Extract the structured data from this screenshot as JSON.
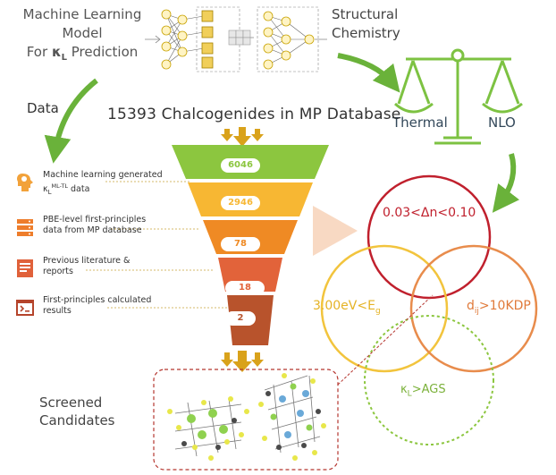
{
  "ml_model": {
    "line1": "Machine Learning",
    "line2": "Model",
    "line3_prefix": "For ",
    "kappa": "κ",
    "kappa_sub": "L",
    "line3_suffix": " Prediction"
  },
  "structural_chemistry": {
    "line1": "Structural",
    "line2": "Chemistry"
  },
  "data_label": "Data",
  "database_title": "15393 Chalcogenides in MP Database",
  "balance": {
    "left": "Thermal",
    "right": "NLO"
  },
  "sources": [
    {
      "icon": "brain-head-icon",
      "line1": "Machine learning generated",
      "kappa": "κ",
      "kappa_sub": "L",
      "sup": "ML-TL",
      "line2_suffix": " data"
    },
    {
      "icon": "server-icon",
      "line1": "PBE-level first-principles",
      "line2": "data from MP database"
    },
    {
      "icon": "document-icon",
      "line1": "Previous literature &",
      "line2": "reports"
    },
    {
      "icon": "terminal-icon",
      "line1": "First-principles calculated",
      "line2": "results"
    }
  ],
  "funnel": [
    {
      "value": "6046",
      "color": "#8cc63f"
    },
    {
      "value": "2946",
      "color": "#f7b733"
    },
    {
      "value": "78",
      "color": "#ef8a24"
    },
    {
      "value": "18",
      "color": "#e2633a"
    },
    {
      "value": "2",
      "color": "#b8532c"
    }
  ],
  "criteria": {
    "dn": {
      "text": "0.03<Δn<0.10",
      "color": "#c0202d"
    },
    "eg": {
      "prefix": "3.00eV<E",
      "sub": "g",
      "color": "#e5b325"
    },
    "dij": {
      "prefix": "d",
      "sub": "ij",
      "suffix": ">10KDP",
      "color": "#e07a3a"
    },
    "kl": {
      "prefix": "κ",
      "sub": "L",
      "suffix": ">AGS",
      "color": "#8cc63f"
    }
  },
  "screened": {
    "line1": "Screened",
    "line2": "Candidates"
  },
  "colors": {
    "arrow_green": "#6ab23a",
    "arrow_gold": "#d9a21b",
    "frame_red": "#b5362f",
    "balance_green": "#7dc242"
  }
}
